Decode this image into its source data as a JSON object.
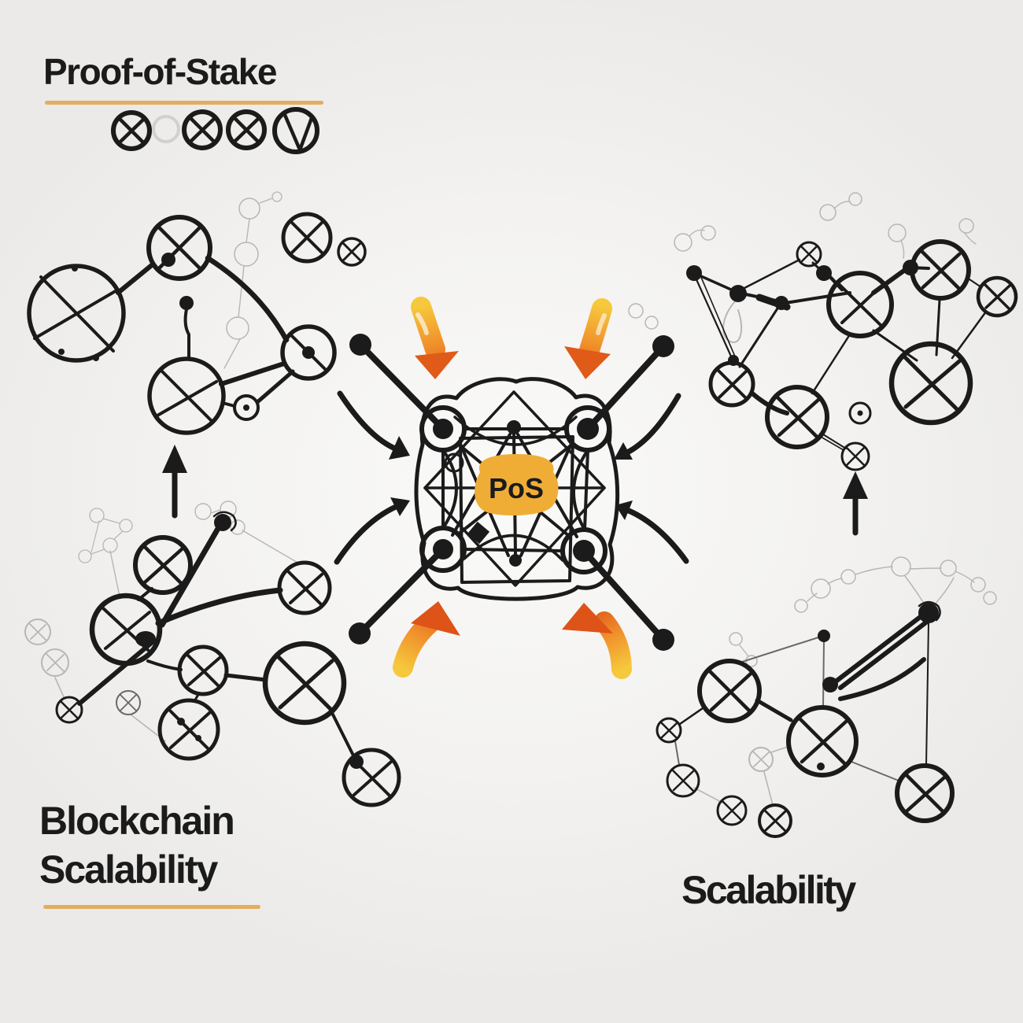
{
  "title": {
    "text": "Proof-of-Stake"
  },
  "center": {
    "label": "PoS",
    "name": "pos-network-hub"
  },
  "labels": {
    "bottom_left_line1": "Blockchain",
    "bottom_left_line2": "Scalability",
    "bottom_right": "Scalability"
  },
  "icons": {
    "header_nodes": [
      {
        "name": "node-crossed-icon",
        "style": "solid"
      },
      {
        "name": "node-faded-icon",
        "style": "faded"
      },
      {
        "name": "node-crossed-icon",
        "style": "solid"
      },
      {
        "name": "node-crossed-icon",
        "style": "solid"
      },
      {
        "name": "node-checked-icon",
        "style": "solid"
      }
    ]
  },
  "diagram": {
    "clusters": [
      "top-left-network",
      "top-right-network",
      "bottom-left-network",
      "bottom-right-network"
    ],
    "arrows": [
      "orange-arrow-top-left",
      "orange-arrow-top-right",
      "orange-arrow-bottom-left",
      "orange-arrow-bottom-right",
      "curved-arrow-left-top",
      "curved-arrow-left-bottom",
      "curved-arrow-right-top",
      "curved-arrow-right-bottom",
      "up-arrow-left",
      "up-arrow-right"
    ]
  },
  "colors": {
    "background": "#ebeae8",
    "ink": "#1b1b1b",
    "underline": "#e3ad61",
    "pos_fill": "#f0ad36",
    "arrow_yellow": "#f6c93c",
    "arrow_orange": "#f0912c",
    "arrow_red": "#de5317",
    "faint_sketch": "#b8b6b3"
  }
}
